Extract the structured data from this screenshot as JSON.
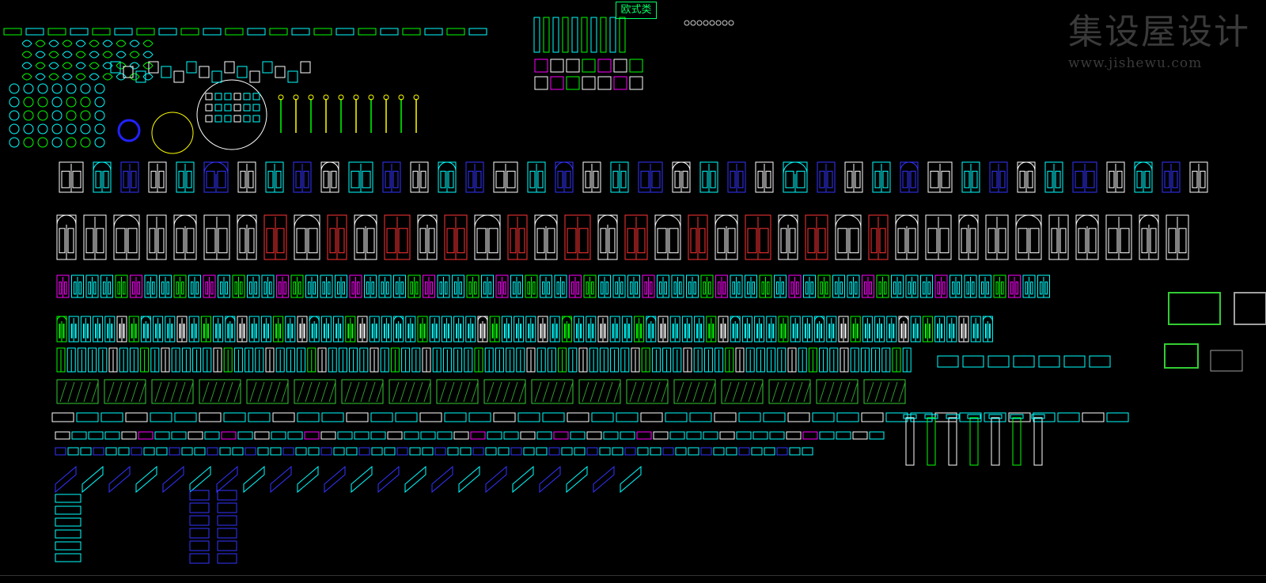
{
  "drawing": {
    "background": "#000000",
    "block_label": "欧式类",
    "palette": [
      "#00ffff",
      "#00ff00",
      "#ffffff",
      "#3333ff",
      "#ff3333",
      "#ff00ff",
      "#ffff00",
      "#33cc33",
      "#a0a0a0"
    ]
  },
  "watermark": {
    "title": "集设屋设计",
    "url": "www.jishewu.com"
  }
}
